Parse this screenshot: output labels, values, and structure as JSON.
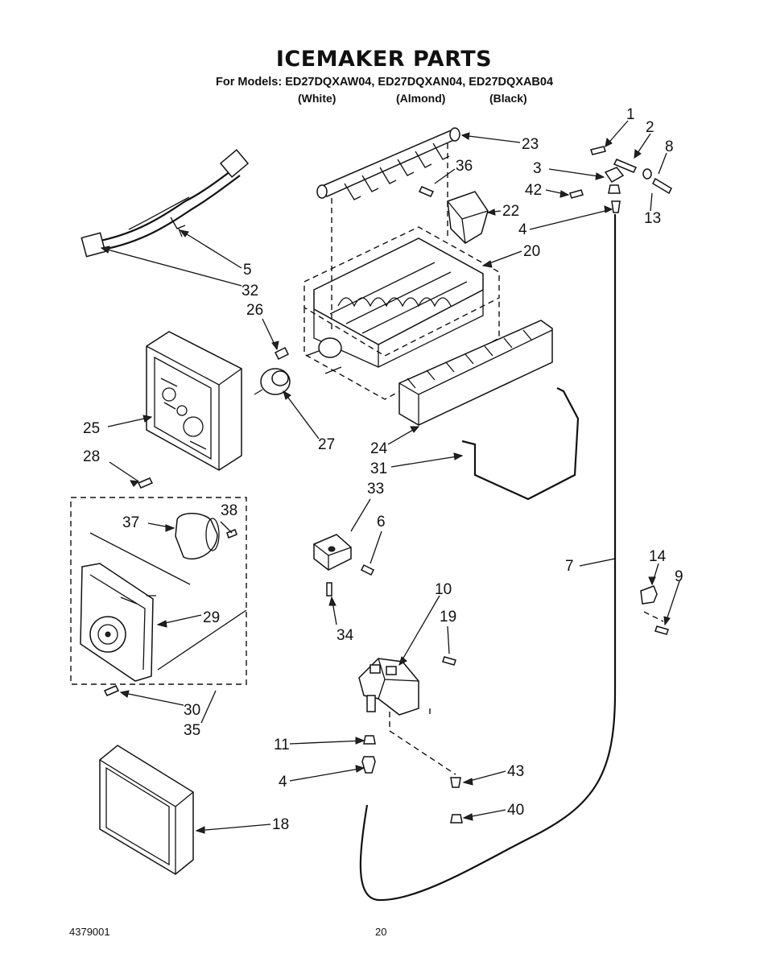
{
  "header": {
    "title": "ICEMAKER PARTS",
    "models_line": "For Models: ED27DQXAW04, ED27DQXAN04, ED27DQXAB04",
    "color_white": "(White)",
    "color_almond": "(Almond)",
    "color_black": "(Black)"
  },
  "callouts": [
    "1",
    "2",
    "8",
    "3",
    "42",
    "13",
    "4",
    "23",
    "36",
    "22",
    "20",
    "5",
    "32",
    "26",
    "25",
    "27",
    "28",
    "24",
    "31",
    "33",
    "6",
    "38",
    "37",
    "29",
    "7",
    "14",
    "9",
    "10",
    "19",
    "34",
    "30",
    "35",
    "11",
    "4",
    "43",
    "40",
    "18"
  ],
  "footer": {
    "doc_number": "4379001",
    "page_number": "20"
  }
}
